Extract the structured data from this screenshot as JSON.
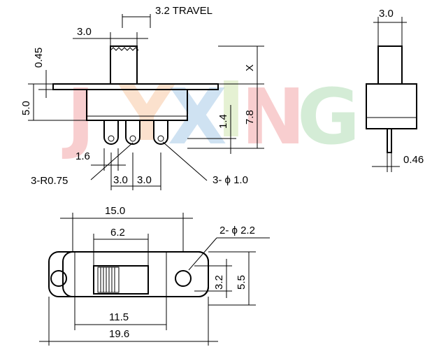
{
  "watermark": {
    "letters": [
      "J",
      "Y",
      "X",
      "I",
      "N",
      "G"
    ],
    "colors": [
      "#e2272a",
      "#f07c22",
      "#2a7fc8",
      "#8cc43d",
      "#e2272a",
      "#3fae49"
    ]
  },
  "side_view": {
    "travel": "3.2 TRAVEL",
    "actuator_width": "3.0",
    "actuator_height": "0.45",
    "body_height": "5.0",
    "x": "X",
    "overall_height": "7.8",
    "pin_offset": "1.4",
    "pin_pad": "1.6",
    "pin_radius": "3-R0.75",
    "pin_pitch_1": "3.0",
    "pin_pitch_2": "3.0",
    "pin_hole": "3- ϕ 1.0"
  },
  "end_view": {
    "width": "3.0",
    "pin_thickness": "0.46"
  },
  "top_view": {
    "body_length": "15.0",
    "slot_length": "6.2",
    "mount_holes": "2- ϕ 2.2",
    "hole_pitch": "11.5",
    "overall_length": "19.6",
    "inner_width": "3.2",
    "outer_width": "5.5"
  }
}
